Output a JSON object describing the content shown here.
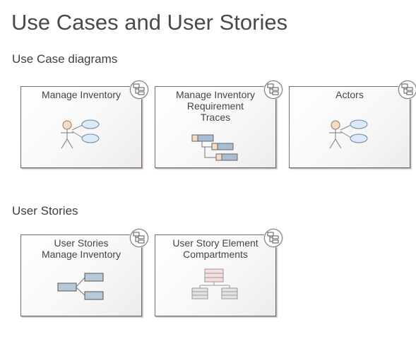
{
  "page": {
    "title": "Use Cases and User Stories"
  },
  "sections": [
    {
      "title": "Use Case diagrams",
      "cards": [
        {
          "label": "Manage Inventory",
          "thumbnail_icon": "actor-use-case-icon",
          "badge_icon": "diagram-link-icon"
        },
        {
          "label": "Manage Inventory\nRequirement\nTraces",
          "thumbnail_icon": "requirement-trace-icon",
          "badge_icon": "diagram-link-icon"
        },
        {
          "label": "Actors",
          "thumbnail_icon": "actor-use-case-icon",
          "badge_icon": "diagram-link-icon"
        }
      ]
    },
    {
      "title": "User Stories",
      "cards": [
        {
          "label": "User Stories\nManage Inventory",
          "thumbnail_icon": "story-tree-icon",
          "badge_icon": "diagram-link-icon"
        },
        {
          "label": "User Story Element\nCompartments",
          "thumbnail_icon": "class-hierarchy-icon",
          "badge_icon": "diagram-link-icon"
        }
      ]
    }
  ],
  "colors": {
    "actor_fill": "#f7dcc0",
    "use_case_fill": "#dce9f7",
    "use_case_stroke": "#6d87a6",
    "trace_fill": "#a9bfd1",
    "story_fill": "#b7c9d8",
    "compartment_fill": "#f6dedc"
  }
}
